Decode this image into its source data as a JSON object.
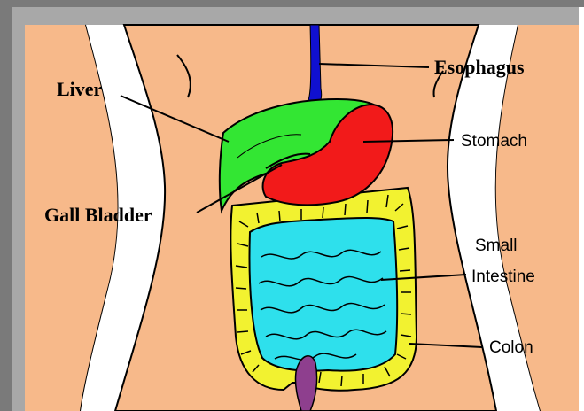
{
  "labels": {
    "esophagus": "Esophagus",
    "liver": "Liver",
    "stomach": "Stomach",
    "gall_bladder": "Gall Bladder",
    "small_intestine_line1": "Small",
    "small_intestine_line2": "Intestine",
    "colon": "Colon"
  },
  "colors": {
    "skin": "#F7B98A",
    "liver": "#33E633",
    "stomach": "#F21A1A",
    "small_intestine": "#2EE0EC",
    "colon": "#F2F230",
    "esophagus": "#1010D0",
    "rectum": "#8E3F8E",
    "frame_border": "#7A7A7A"
  }
}
